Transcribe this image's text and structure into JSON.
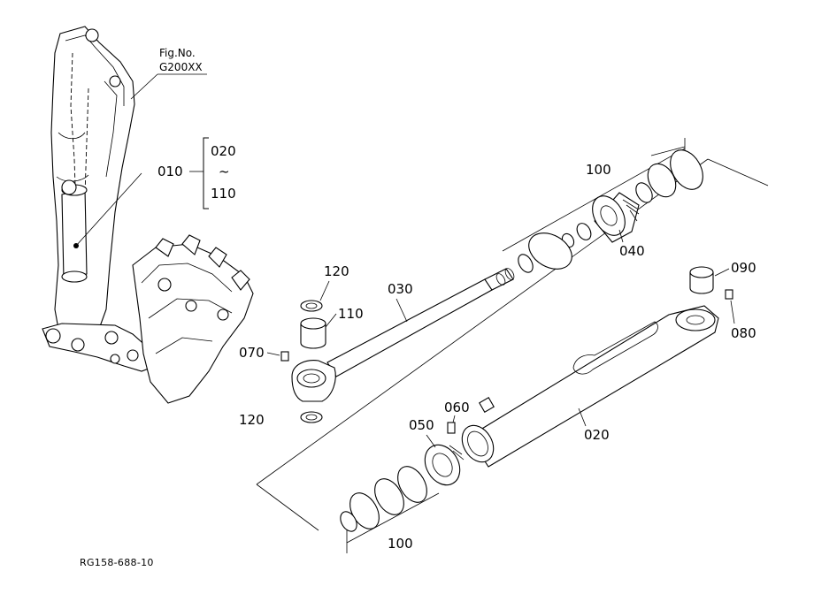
{
  "fig": {
    "line1": "Fig.No.",
    "line2": "G200XX"
  },
  "range": {
    "main": "010",
    "from": "020",
    "tilde": "~",
    "to": "110"
  },
  "callouts": {
    "p100_top": "100",
    "p040": "040",
    "p120_top": "120",
    "p030": "030",
    "p110": "110",
    "p090": "090",
    "p070": "070",
    "p080": "080",
    "p120_bottom": "120",
    "p060": "060",
    "p050": "050",
    "p020": "020",
    "p100_bottom": "100"
  },
  "code": "RG158-688-10"
}
